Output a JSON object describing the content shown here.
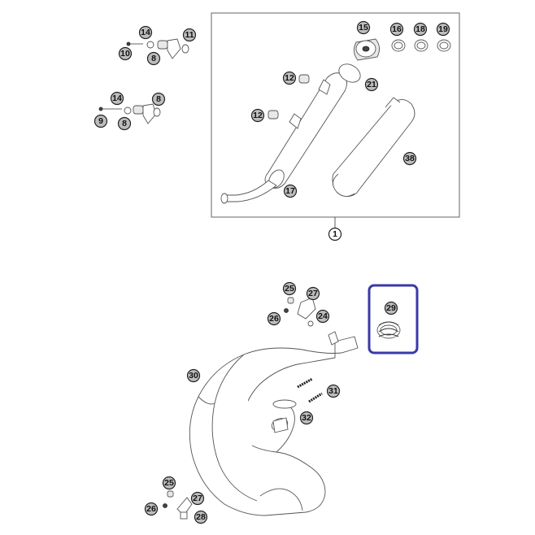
{
  "callouts": {
    "c14a": "14",
    "c11": "11",
    "c10": "10",
    "c8a": "8",
    "c14b": "14",
    "c8b": "8",
    "c9": "9",
    "c8c": "8",
    "c15": "15",
    "c16": "16",
    "c18": "18",
    "c19": "19",
    "c12a": "12",
    "c21": "21",
    "c12b": "12",
    "c38": "38",
    "c17": "17",
    "c1": "1",
    "c25a": "25",
    "c27a": "27",
    "c26a": "26",
    "c24": "24",
    "c29": "29",
    "c30": "30",
    "c31": "31",
    "c32": "32",
    "c25b": "25",
    "c27b": "27",
    "c26b": "26",
    "c28": "28"
  },
  "colors": {
    "highlight": "#3a3aa8",
    "callout_fill": "#bdbdbd",
    "line": "#555555"
  }
}
